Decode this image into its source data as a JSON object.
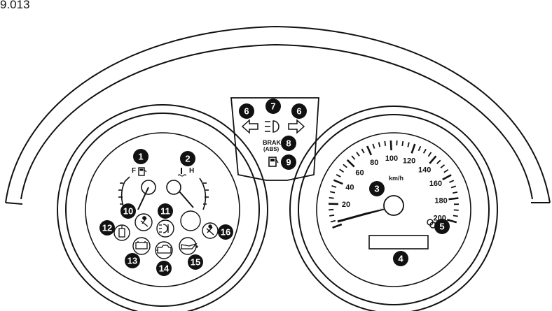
{
  "figure_ref": "9.013",
  "speedometer": {
    "ticks": [
      "20",
      "40",
      "60",
      "80",
      "100",
      "120",
      "140",
      "160",
      "180",
      "200"
    ],
    "unit": "km/h",
    "min": 0,
    "max": 200
  },
  "gauges": {
    "fuel_full_mark": "F",
    "temp_hot_mark": "H"
  },
  "warning_panel": {
    "brake_label": "BRAKE",
    "abs_label": "(ABS)"
  },
  "callouts": {
    "fuel_gauge": "1",
    "temp_gauge": "2",
    "speedometer": "3",
    "odometer": "4",
    "trip_reset": "5",
    "turn_left": "6",
    "turn_right": "6",
    "main_beam": "7",
    "brake_abs": "8",
    "low_fuel": "9",
    "seatbelt_driver": "10",
    "fog_lamp": "11",
    "door_open": "12",
    "battery": "13",
    "engine": "14",
    "oil_pressure": "15",
    "seatbelt_passenger": "16"
  },
  "icons": {
    "left": "arrow-left-icon",
    "right": "arrow-right-icon",
    "beam": "main-beam-icon",
    "fuel": "fuel-pump-icon",
    "seatbelt": "seatbelt-icon",
    "fog": "fog-lamp-icon",
    "door": "door-icon",
    "battery": "battery-icon",
    "engine": "engine-icon",
    "oil": "oil-can-icon",
    "trip": "trip-knob-icon"
  }
}
